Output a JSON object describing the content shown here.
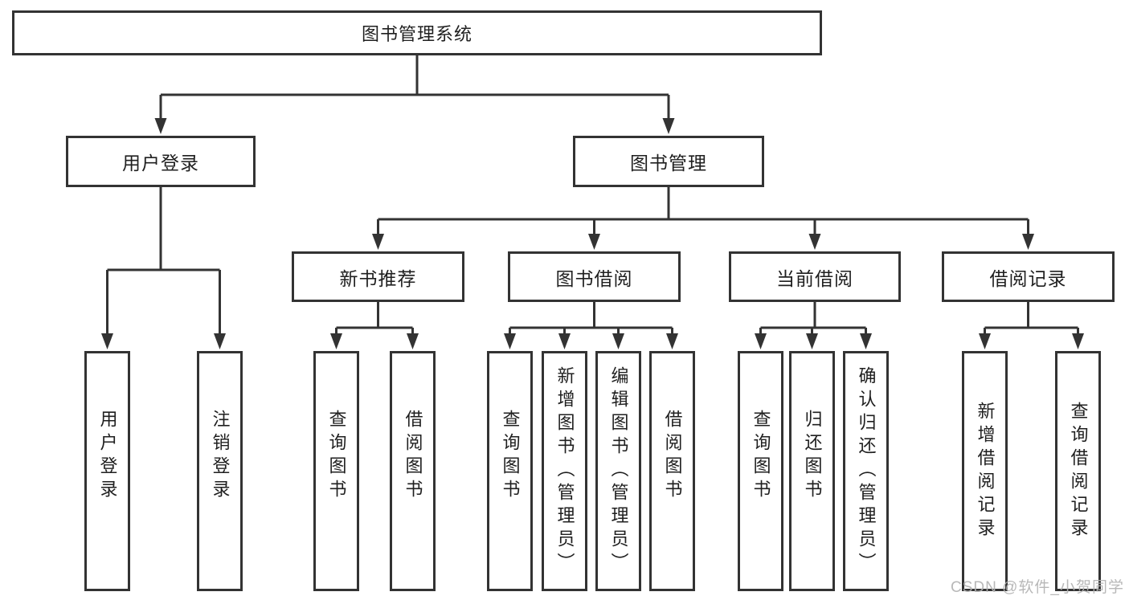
{
  "tree": {
    "root": {
      "label": "图书管理系统"
    },
    "branches": [
      {
        "label": "用户登录",
        "children": [
          "用户登录",
          "注销登录"
        ]
      },
      {
        "label": "图书管理",
        "sections": [
          {
            "label": "新书推荐",
            "children": [
              "查询图书",
              "借阅图书"
            ]
          },
          {
            "label": "图书借阅",
            "children": [
              "查询图书",
              "新增图书（管理员）",
              "编辑图书（管理员）",
              "借阅图书"
            ]
          },
          {
            "label": "当前借阅",
            "children": [
              "查询图书",
              "归还图书",
              "确认归还（管理员）"
            ]
          },
          {
            "label": "借阅记录",
            "children": [
              "新增借阅记录",
              "查询借阅记录"
            ]
          }
        ]
      }
    ]
  },
  "watermark": {
    "text": "CSDN @软件_小贺同学"
  },
  "colors": {
    "line": "#333333",
    "text": "#1f1f1f",
    "watermark": "#b3b3b3",
    "background": "#ffffff"
  }
}
